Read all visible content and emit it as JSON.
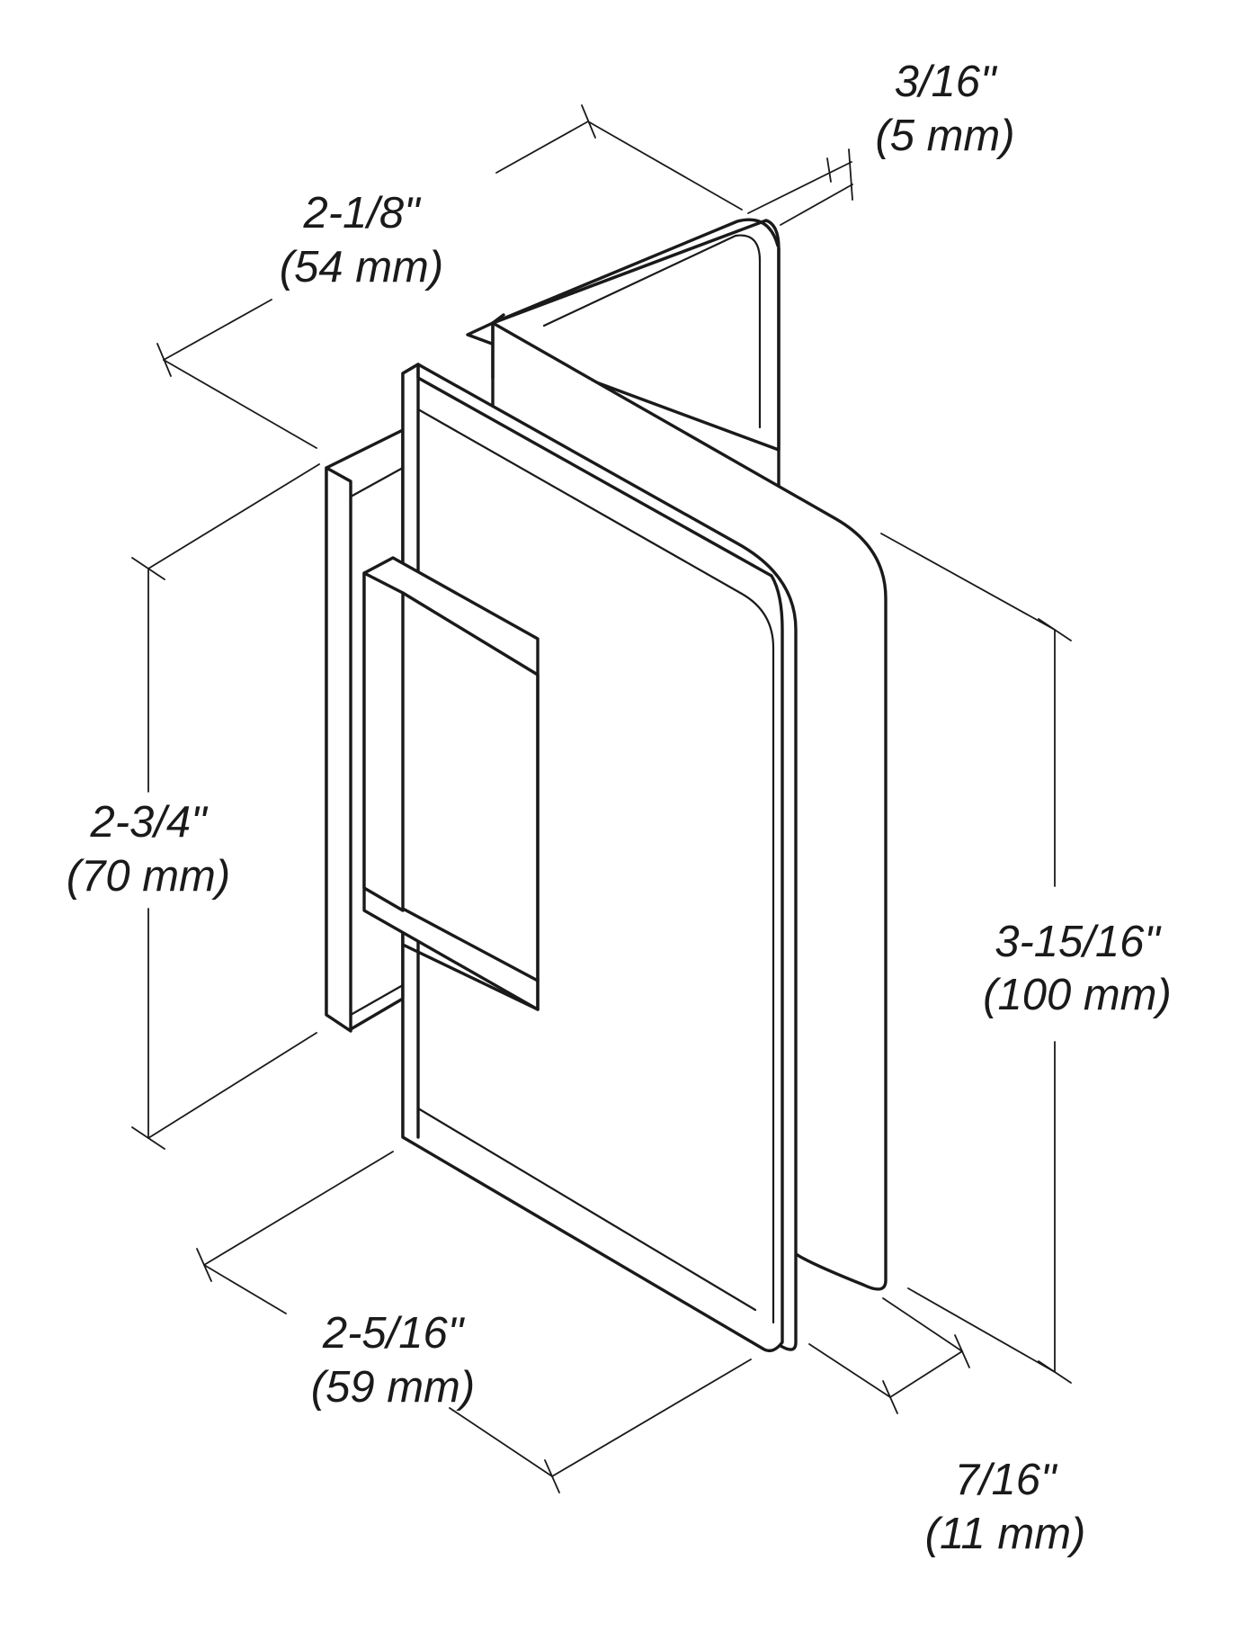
{
  "dimensions": {
    "top_thickness": {
      "imperial": "3/16\"",
      "metric": "(5 mm)"
    },
    "top_width": {
      "imperial": "2-1/8\"",
      "metric": "(54 mm)"
    },
    "left_height": {
      "imperial": "2-3/4\"",
      "metric": "(70 mm)"
    },
    "right_height": {
      "imperial": "3-15/16\"",
      "metric": "(100 mm)"
    },
    "bottom_width": {
      "imperial": "2-5/16\"",
      "metric": "(59 mm)"
    },
    "bottom_depth": {
      "imperial": "7/16\"",
      "metric": "(11 mm)"
    }
  }
}
